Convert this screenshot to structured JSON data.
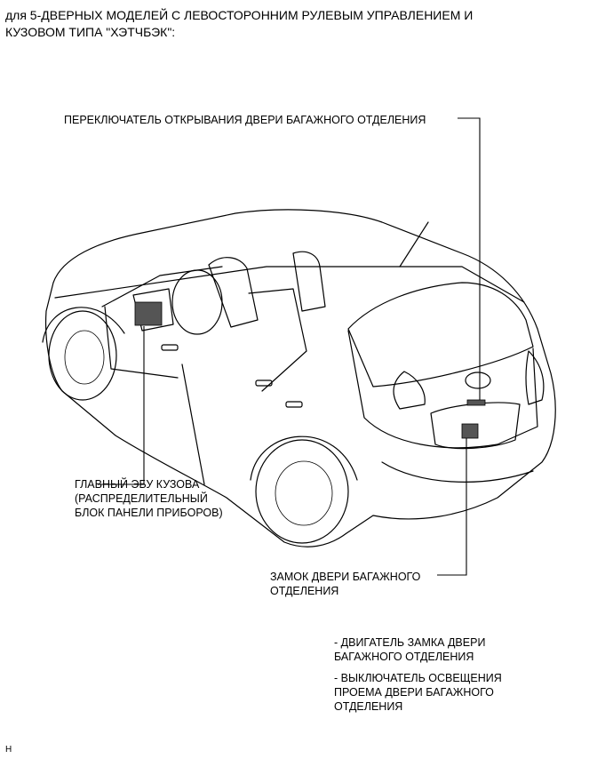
{
  "header": "для 5-ДВЕРНЫХ МОДЕЛЕЙ С ЛЕВОСТОРОННИМ РУЛЕВЫМ УПРАВЛЕНИЕМ И\nКУЗОВОМ ТИПА \"ХЭТЧБЭК\":",
  "labels": {
    "switch": "ПЕРЕКЛЮЧАТЕЛЬ ОТКРЫВАНИЯ ДВЕРИ БАГАЖНОГО ОТДЕЛЕНИЯ",
    "ecu": "ГЛАВНЫЙ ЭБУ КУЗОВА\n(РАСПРЕДЕЛИТЕЛЬНЫЙ\nБЛОК ПАНЕЛИ ПРИБОРОВ)",
    "lock": "ЗАМОК ДВЕРИ БАГАЖНОГО\nОТДЕЛЕНИЯ"
  },
  "notes": [
    "- ДВИГАТЕЛЬ ЗАМКА ДВЕРИ\nБАГАЖНОГО ОТДЕЛЕНИЯ",
    "- ВЫКЛЮЧАТЕЛЬ ОСВЕЩЕНИЯ\nПРОЕМА ДВЕРИ БАГАЖНОГО\nОТДЕЛЕНИЯ"
  ],
  "code": "H"
}
